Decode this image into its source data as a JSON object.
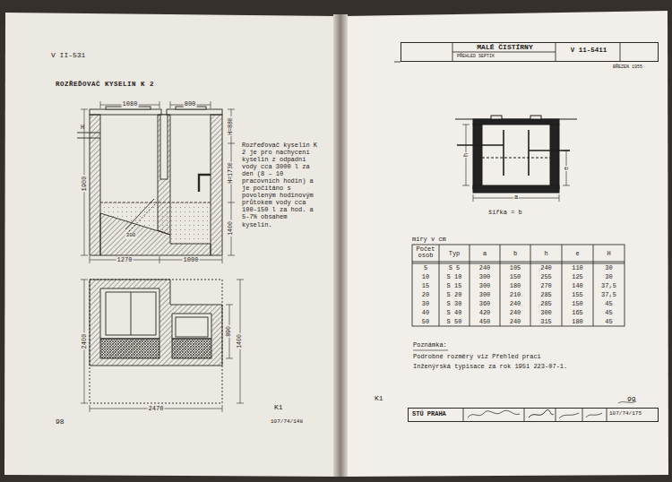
{
  "diagram": {
    "nodes": [
      {
        "text": [
          "MALÉ ČISTÍRNY",
          "PŘEHLED SEPTIK",
          "V 11-5411",
          "BŘEZEN 1955"
        ]
      },
      {
        "text": [
          "STÚ PRAHA",
          "107/74/175"
        ]
      }
    ],
    "labels": [
      "V II-531",
      "ROZŘEĎOVAČ KYSELIN K 2",
      "1080",
      "800",
      "H",
      "1900",
      "H=880",
      "H=1730",
      "1400",
      "300",
      "1270",
      "1000",
      "Rozřeďovač kyselin K 2 je pro nachycení kyselin z odpadní vody cca 3000 l za den (8 – 10 pracovních hodin) a je počítáno s povoleným hodinovým průtokem vody cca 100-150 l za hod. a 5-7% obsahem kyselin.",
      "2400",
      "890",
      "1400",
      "2470",
      "98",
      "K1",
      "107/74/148",
      "h",
      "e",
      "a",
      "šířka = b",
      "míry v cm",
      "Počet osob",
      "Typ",
      "a",
      "b",
      "h",
      "e",
      "H",
      "5",
      "S 5",
      "240",
      "105",
      "240",
      "110",
      "30",
      "10",
      "S 10",
      "300",
      "150",
      "255",
      "125",
      "30",
      "15",
      "S 15",
      "300",
      "180",
      "270",
      "140",
      "37,5",
      "20",
      "S 20",
      "300",
      "210",
      "285",
      "155",
      "37,5",
      "30",
      "S 30",
      "360",
      "240",
      "285",
      "150",
      "45",
      "40",
      "S 40",
      "420",
      "240",
      "300",
      "165",
      "45",
      "50",
      "S 50",
      "450",
      "240",
      "315",
      "180",
      "45",
      "Poznámka:",
      "Podrobné rozměry viz Přehled prací",
      "Inženýrská typisace za rok 1951 223-07-1.",
      "K1",
      "99"
    ]
  }
}
